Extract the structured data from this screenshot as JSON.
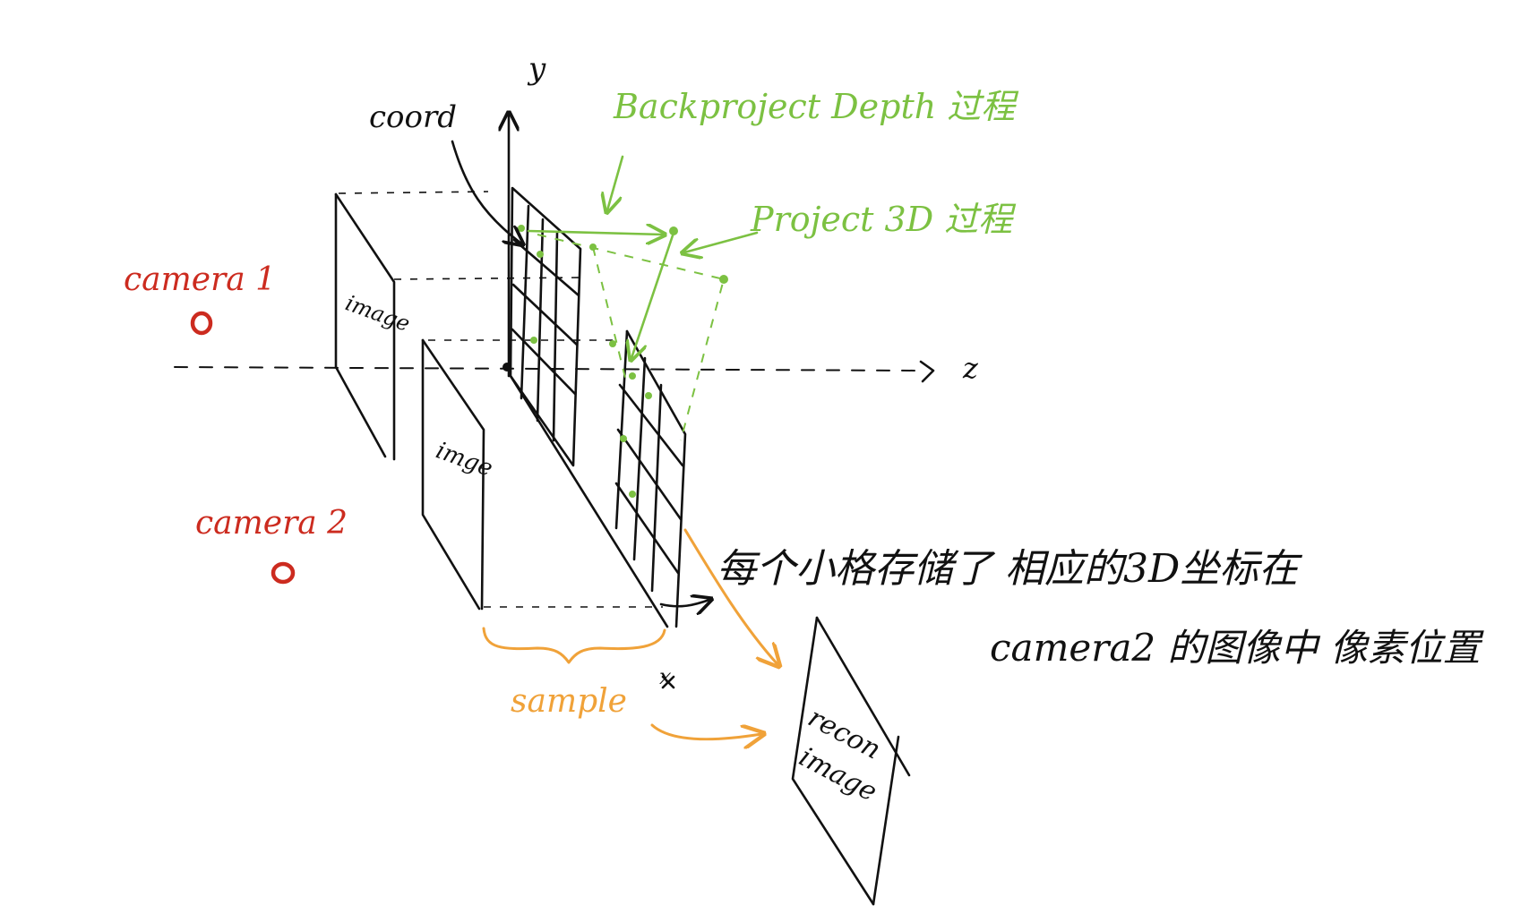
{
  "diagram": {
    "axes": {
      "y_label": "y",
      "z_label": "z",
      "x_label": "x"
    },
    "labels": {
      "coord": "coord",
      "backproject": "Backproject Depth 过程",
      "project3d": "Project 3D 过程",
      "camera1": "camera 1",
      "camera2": "camera 2",
      "image1": "image",
      "image2": "imge",
      "sample": "sample",
      "recon_line1": "recon",
      "recon_line2": "image",
      "note_line1": "每个小格存储了 相应的3D坐标在",
      "note_line2": "camera2 的图像中 像素位置"
    },
    "colors": {
      "ink": "#111111",
      "camera": "#cc2b1f",
      "process": "#7cc142",
      "sample": "#f0a239"
    }
  }
}
